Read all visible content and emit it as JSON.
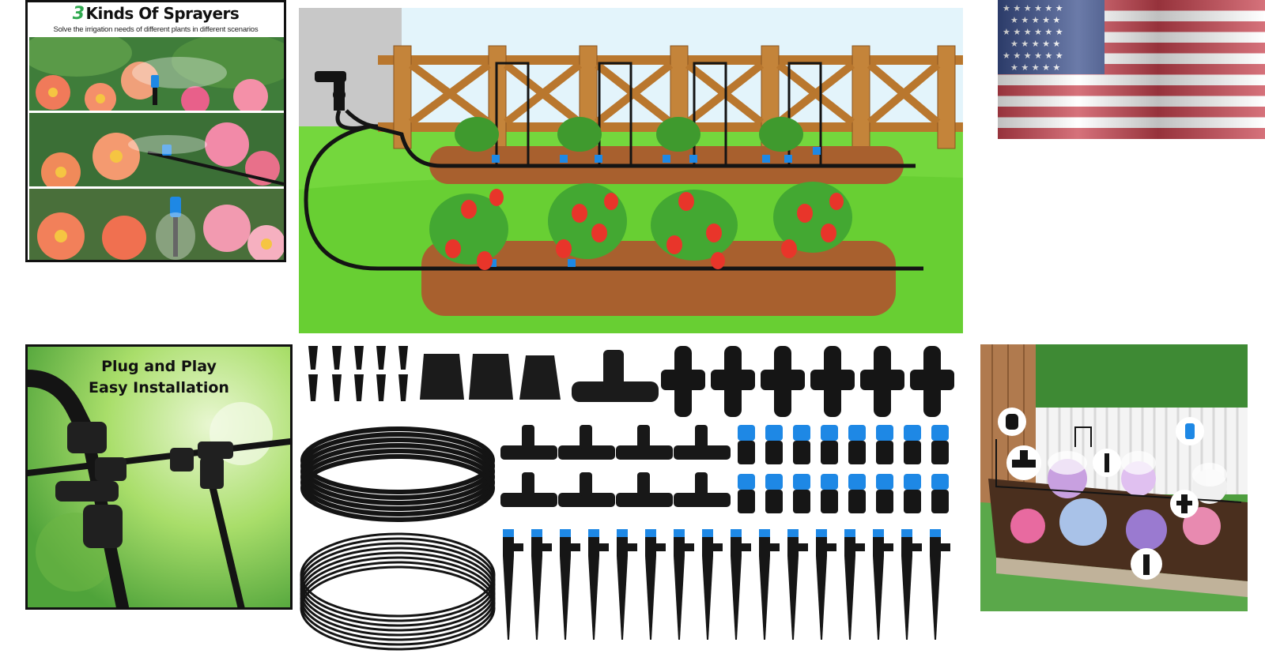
{
  "sprayers_card": {
    "title_number": "3",
    "title_text": "Kinds Of Sprayers",
    "subtitle": "Solve the irrigation needs of different plants in different scenarios"
  },
  "plug_card": {
    "line1": "Plug and Play",
    "line2": "Easy Installation"
  },
  "colors": {
    "accent_green": "#2fa84f",
    "connector_blue": "#1e88e5",
    "tube_black": "#141414",
    "lawn_green": "#6cd63a",
    "soil_brown": "#a8602e"
  }
}
